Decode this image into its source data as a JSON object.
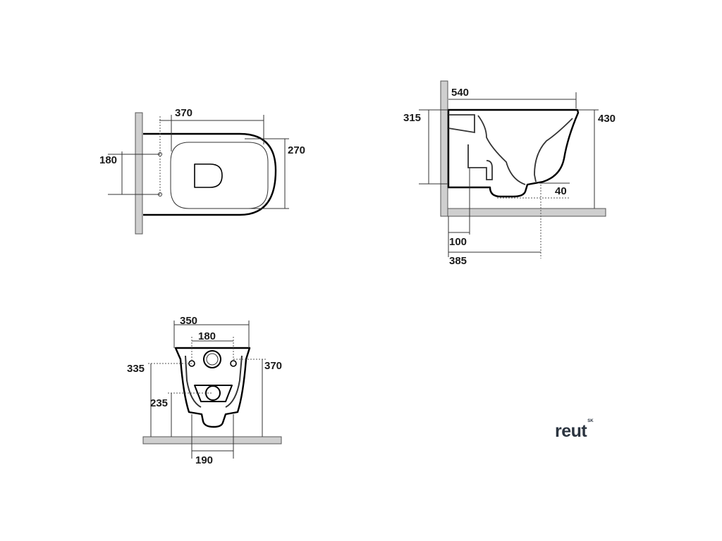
{
  "top_view": {
    "length": "370",
    "width": "270",
    "bolt_spacing": "180"
  },
  "side_view": {
    "total_length": "540",
    "height_front": "430",
    "height_back": "315",
    "outlet_height": "40",
    "outlet_depth": "100",
    "outlet_axis": "385"
  },
  "back_view": {
    "width": "350",
    "bolt_spacing": "180",
    "height_left": "335",
    "height_right": "370",
    "outlet_height": "235",
    "base_width": "190"
  },
  "brand": {
    "name": "reut",
    "suffix": "SK"
  }
}
